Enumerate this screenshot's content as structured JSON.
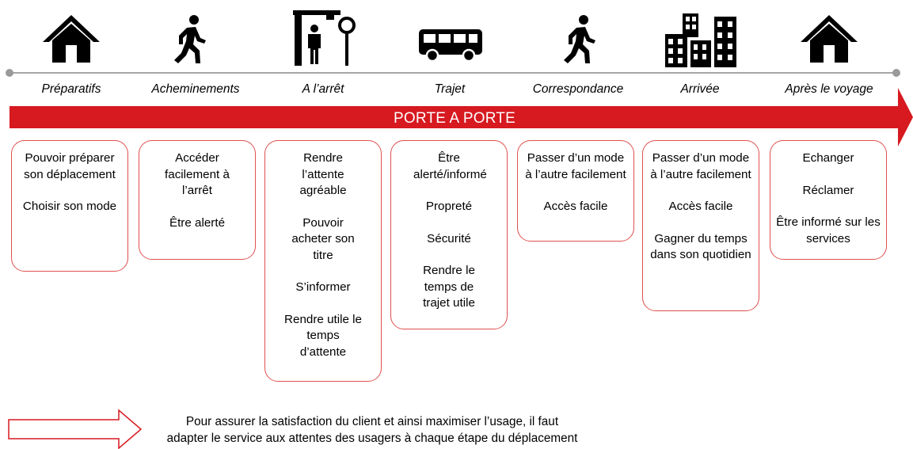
{
  "colors": {
    "accent": "#d71920",
    "box_border": "#e0504f",
    "icon": "#000000",
    "timeline": "#a6a6a6"
  },
  "stages": [
    {
      "icon": "house-icon",
      "label": "Préparatifs",
      "needs": [
        "Pouvoir préparer son déplacement",
        "Choisir son mode"
      ]
    },
    {
      "icon": "walking-person-icon",
      "label": "Acheminements",
      "needs": [
        "Accéder facilement à l’arrêt",
        "Être alerté"
      ]
    },
    {
      "icon": "bus-stop-icon",
      "label": "A l’arrêt",
      "needs": [
        "Rendre l’attente agréable",
        "Pouvoir acheter son titre",
        "S’informer",
        "Rendre utile le temps d’attente"
      ]
    },
    {
      "icon": "bus-icon",
      "label": "Trajet",
      "needs": [
        "Être alerté/informé",
        "Propreté",
        "Sécurité",
        "Rendre le temps de trajet utile"
      ]
    },
    {
      "icon": "walking-person-icon",
      "label": "Correspondance",
      "needs": [
        "Passer d’un mode à l’autre facilement",
        "Accès facile"
      ]
    },
    {
      "icon": "city-buildings-icon",
      "label": "Arrivée",
      "needs": [
        "Passer d’un mode à l’autre facilement",
        "Accès facile",
        "Gagner du temps dans son quotidien"
      ]
    },
    {
      "icon": "house-icon",
      "label": "Après le voyage",
      "needs": [
        "Echanger",
        "Réclamer",
        "Être informé sur les services"
      ]
    }
  ],
  "banner": {
    "label": "PORTE A PORTE"
  },
  "footer": {
    "text_line1": "Pour assurer la satisfaction du client et ainsi maximiser l’usage, il faut",
    "text_line2": "adapter le service aux attentes des usagers à chaque étape du déplacement"
  }
}
